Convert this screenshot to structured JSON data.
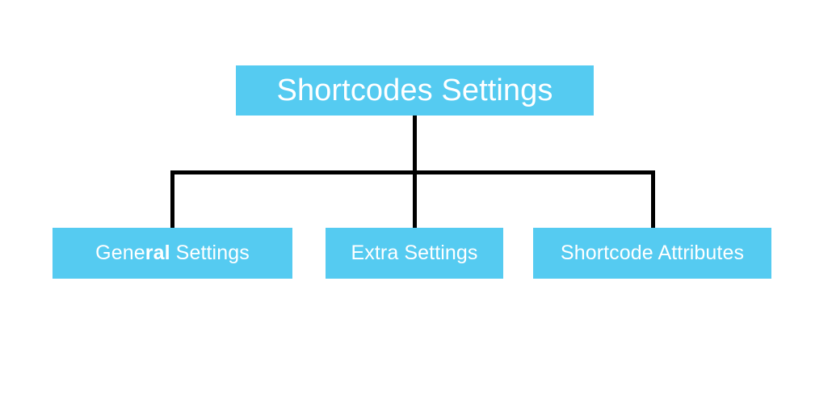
{
  "diagram": {
    "type": "hierarchy-tree",
    "background_color": "#ffffff",
    "node_color": "#55cbf1",
    "node_text_color": "#ffffff",
    "connector_color": "#000000",
    "root": {
      "label": "Shortcodes Settings"
    },
    "children": [
      {
        "label": "General Settings",
        "label_prefix": "Gene",
        "label_emphasis": "ral",
        "label_suffix": " Settings"
      },
      {
        "label": "Extra Settings"
      },
      {
        "label": "Shortcode Attributes"
      }
    ]
  }
}
